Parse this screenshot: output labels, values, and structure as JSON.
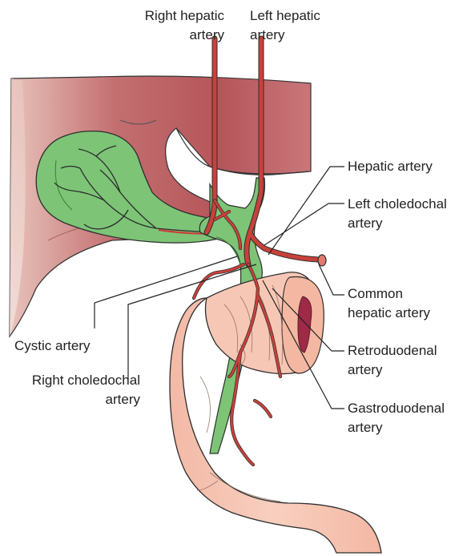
{
  "colors": {
    "liver_dark": "#b5555a",
    "liver_light": "#e6b8ae",
    "bile_duct_green": "#7dc477",
    "artery_red": "#c8413a",
    "duodenum_pink": "#f7c7b5",
    "lumen_dark": "#9e2a47",
    "leader_line": "#222222"
  },
  "labels": {
    "right_hepatic": {
      "line1": "Right hepatic",
      "line2": "artery"
    },
    "left_hepatic": {
      "line1": "Left hepatic",
      "line2": "artery"
    },
    "hepatic": {
      "line1": "Hepatic artery"
    },
    "left_choledochal": {
      "line1": "Left choledochal",
      "line2": "artery"
    },
    "common_hepatic": {
      "line1": "Common",
      "line2": "hepatic artery"
    },
    "cystic": {
      "line1": "Cystic artery"
    },
    "right_choledochal": {
      "line1": "Right choledochal",
      "line2": "artery"
    },
    "retroduodenal": {
      "line1": "Retroduodenal",
      "line2": "artery"
    },
    "gastroduodenal": {
      "line1": "Gastroduodenal",
      "line2": "artery"
    }
  }
}
